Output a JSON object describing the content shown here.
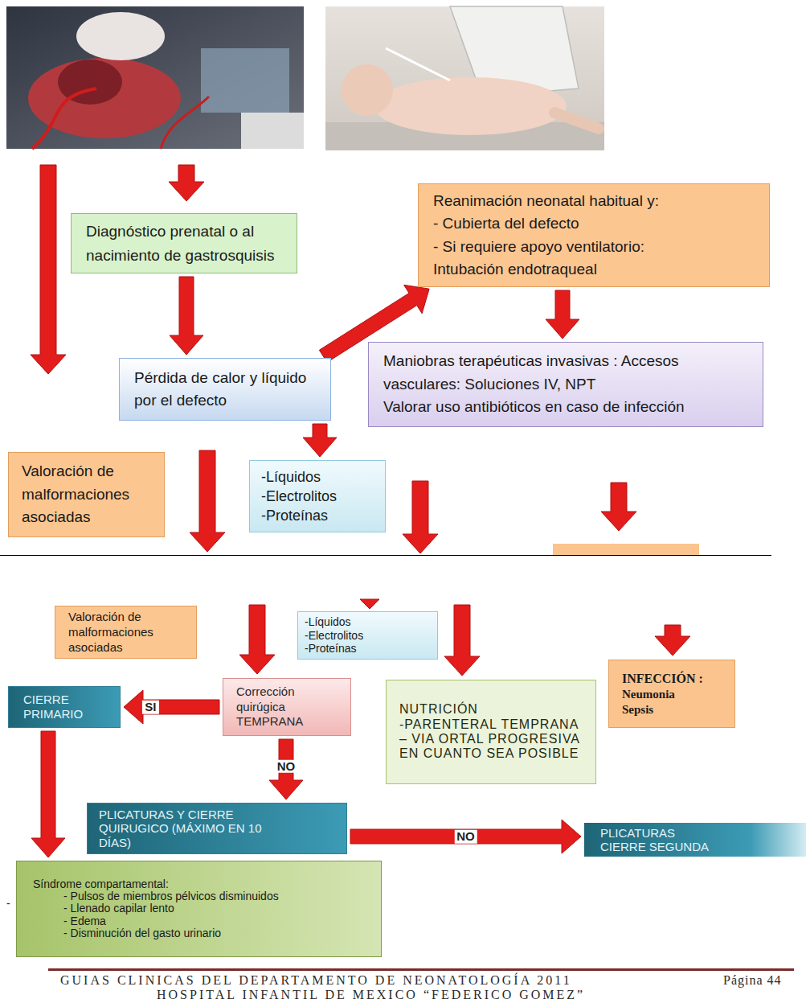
{
  "diagram": {
    "nodes": [
      {
        "text": [
          "Diagnóstico prenatal o al nacimiento de gastrosquisis"
        ]
      },
      {
        "text": [
          "Reanimación neonatal habitual y:",
          "- Cubierta del defecto",
          "- Si requiere apoyo ventilatorio: Intubación endotraqueal"
        ]
      },
      {
        "text": [
          "Pérdida de calor y líquido por el defecto"
        ]
      },
      {
        "text": [
          "Maniobras terapéuticas invasivas : Accesos vasculares: Soluciones IV, NPT",
          "Valorar uso antibióticos en caso de infección"
        ]
      },
      {
        "text": [
          "Valoración de malformaciones asociadas"
        ]
      },
      {
        "text": [
          "-Líquidos",
          "-Electrolitos",
          "-Proteínas"
        ]
      },
      {
        "text": [
          "Valoración de malformaciones asociadas"
        ]
      },
      {
        "text": [
          "-Líquidos",
          "-Electrolitos",
          "-Proteínas"
        ]
      },
      {
        "text": [
          "INFECCIÓN :",
          "Neumonia",
          "Sepsis"
        ]
      },
      {
        "text": [
          "CIERRE PRIMARIO"
        ]
      },
      {
        "text": [
          "Corrección quirúgica TEMPRANA"
        ]
      },
      {
        "text": [
          "NUTRICIÓN",
          "-PARENTERAL TEMPRANA – VIA ORTAL PROGRESIVA EN CUANTO SEA POSIBLE"
        ]
      },
      {
        "text": [
          "PLICATURAS Y CIERRE QUIRUGICO (MÁXIMO EN 10 DÍAS)"
        ]
      },
      {
        "text": [
          "PLICATURAS CIERRE SEGUNDA"
        ]
      },
      {
        "text": [
          "Síndrome compartamental:",
          "- Pulsos de miembros pélvicos disminuidos",
          "- Llenado capilar lento",
          "- Edema",
          "- Disminución del gasto urinario"
        ]
      }
    ],
    "edges": [
      {
        "from": 0,
        "to": 2,
        "arrow": "to"
      },
      {
        "from": 2,
        "to": 1,
        "arrow": "to"
      },
      {
        "from": 1,
        "to": 3,
        "arrow": "to"
      },
      {
        "from": 2,
        "to": 5,
        "arrow": "to"
      },
      {
        "from": 10,
        "to": 9,
        "label": "SI",
        "arrow": "to"
      },
      {
        "from": 10,
        "to": 12,
        "label": "NO",
        "arrow": "to"
      },
      {
        "from": 12,
        "to": 13,
        "label": "NO",
        "arrow": "to"
      },
      {
        "from": 9,
        "to": 14,
        "arrow": "to"
      }
    ],
    "labels": [
      "-",
      "GUIAS CLINICAS DEL DEPARTAMENTO DE NEONATOLOGÍA 2011",
      "Página 44",
      "HOSPITAL INFANTIL DE MEXICO “FEDERICO GOMEZ”"
    ]
  }
}
